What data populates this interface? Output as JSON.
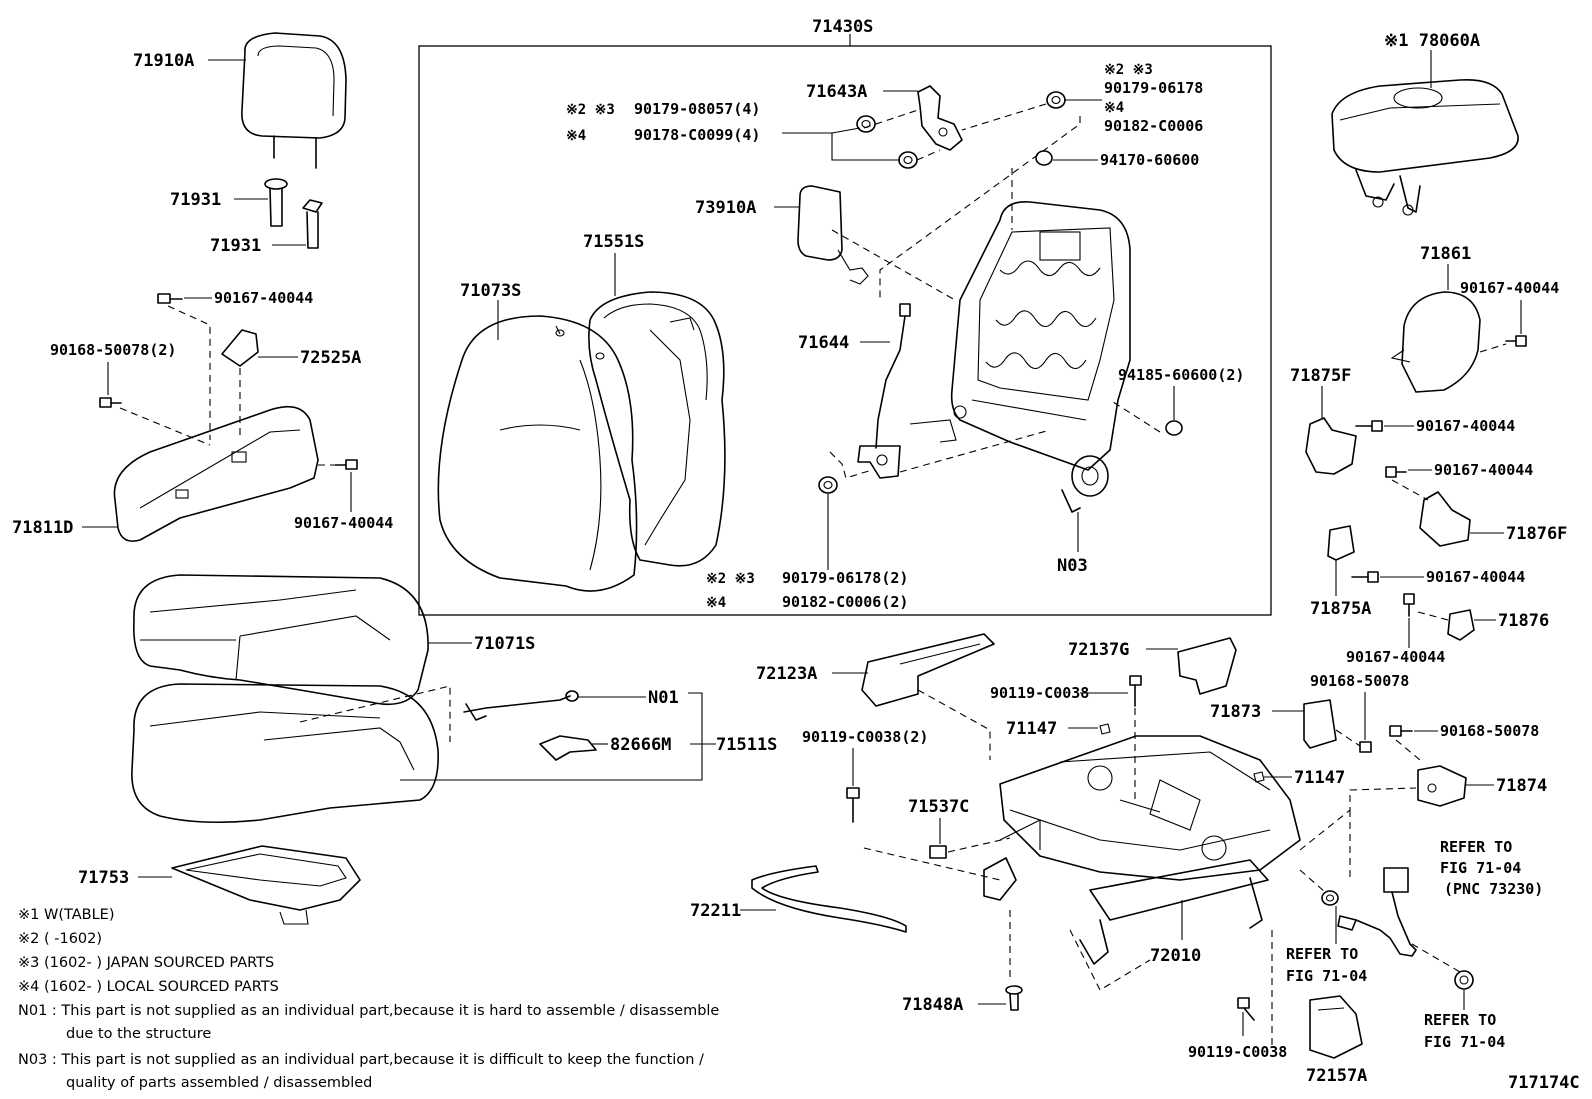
{
  "labels": {
    "p71430S": "71430S",
    "p78060A": "※1 78060A",
    "p71910A": "71910A",
    "p71931a": "71931",
    "p71931b": "71931",
    "p90167_40044_a": "90167-40044",
    "p90168_50078_2": "90168-50078(2)",
    "p72525A": "72525A",
    "p71811D": "71811D",
    "p90167_40044_b": "90167-40044",
    "p71643A": "71643A",
    "s23a": "※2 ※3",
    "p90179_08057": "90179-08057(4)",
    "s4a": "※4",
    "p90178_C0099": "90178-C0099(4)",
    "s23b": "※2 ※3",
    "p90179_06178": "90179-06178",
    "s4b": "※4",
    "p90182_C0006": "90182-C0006",
    "p94170_60600": "94170-60600",
    "p73910A": "73910A",
    "p71551S": "71551S",
    "p71073S": "71073S",
    "p71644": "71644",
    "p94185_60600": "94185-60600(2)",
    "s23c": "※2 ※3",
    "p90179_06178_2": "90179-06178(2)",
    "s4c": "※4",
    "p90182_C0006_2": "90182-C0006(2)",
    "pN03": "N03",
    "p71861": "71861",
    "p90167_40044_c": "90167-40044",
    "p71875F": "71875F",
    "p90167_40044_d": "90167-40044",
    "p90167_40044_e": "90167-40044",
    "p71876F": "71876F",
    "p90167_40044_f": "90167-40044",
    "p71875A": "71875A",
    "p71876": "71876",
    "p90167_40044_g": "90167-40044",
    "p71071S": "71071S",
    "pN01": "N01",
    "p82666M": "82666M",
    "p71511S": "71511S",
    "p72123A": "72123A",
    "p72137G": "72137G",
    "p90119_C0038_a": "90119-C0038",
    "p90168_50078_a": "90168-50078",
    "p71873": "71873",
    "p90168_50078_b": "90168-50078",
    "p90119_C0038_2": "90119-C0038(2)",
    "p71147_a": "71147",
    "p71147_b": "71147",
    "p71874": "71874",
    "p71537C": "71537C",
    "p71753": "71753",
    "ref1a": "REFER TO",
    "ref1b": "FIG 71-04",
    "ref1c": "(PNC 73230)",
    "p72211": "72211",
    "ref2a": "REFER TO",
    "ref2b": "FIG 71-04",
    "p72010": "72010",
    "p71848A": "71848A",
    "ref3a": "REFER TO",
    "ref3b": "FIG 71-04",
    "p90119_C0038_b": "90119-C0038",
    "p72157A": "72157A",
    "figno": "717174C"
  },
  "notes": {
    "n1": "※1  W(TABLE)",
    "n2": "※2 (        -1602)",
    "n3": "※3 (1602-        ) JAPAN SOURCED PARTS",
    "n4": "※4 (1602-        ) LOCAL SOURCED PARTS",
    "n01a": "N01 : This part is not supplied as an individual part,because it is hard to assemble / disassemble",
    "n01b": "due to the structure",
    "n03a": "N03 : This part is not supplied as an individual part,because it is difficult to keep the function /",
    "n03b": "quality of parts assembled / disassembled"
  }
}
